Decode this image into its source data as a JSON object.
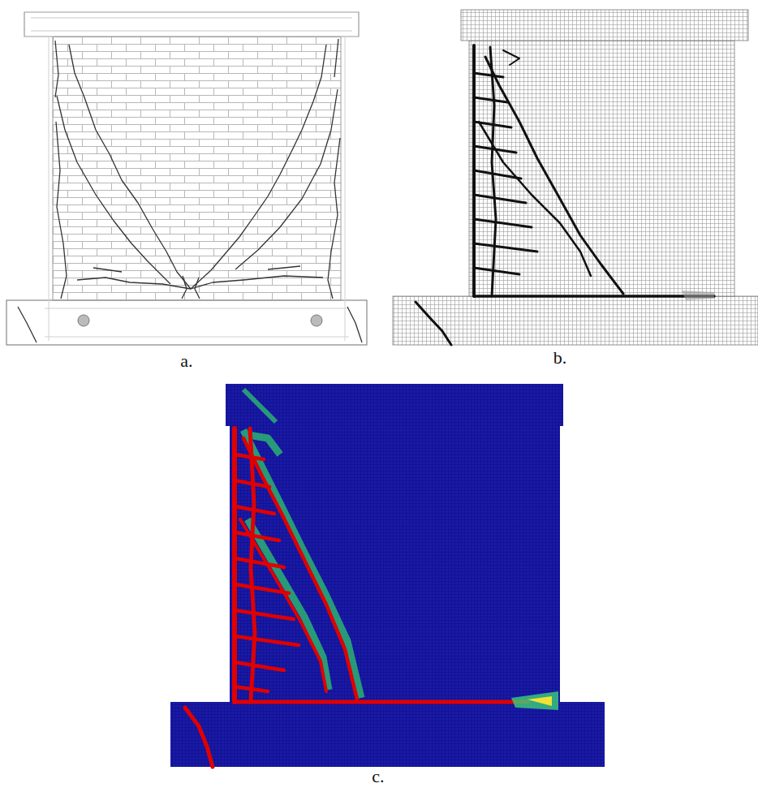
{
  "diagram": {
    "labels": [
      "a.",
      "b.",
      "c."
    ]
  }
}
